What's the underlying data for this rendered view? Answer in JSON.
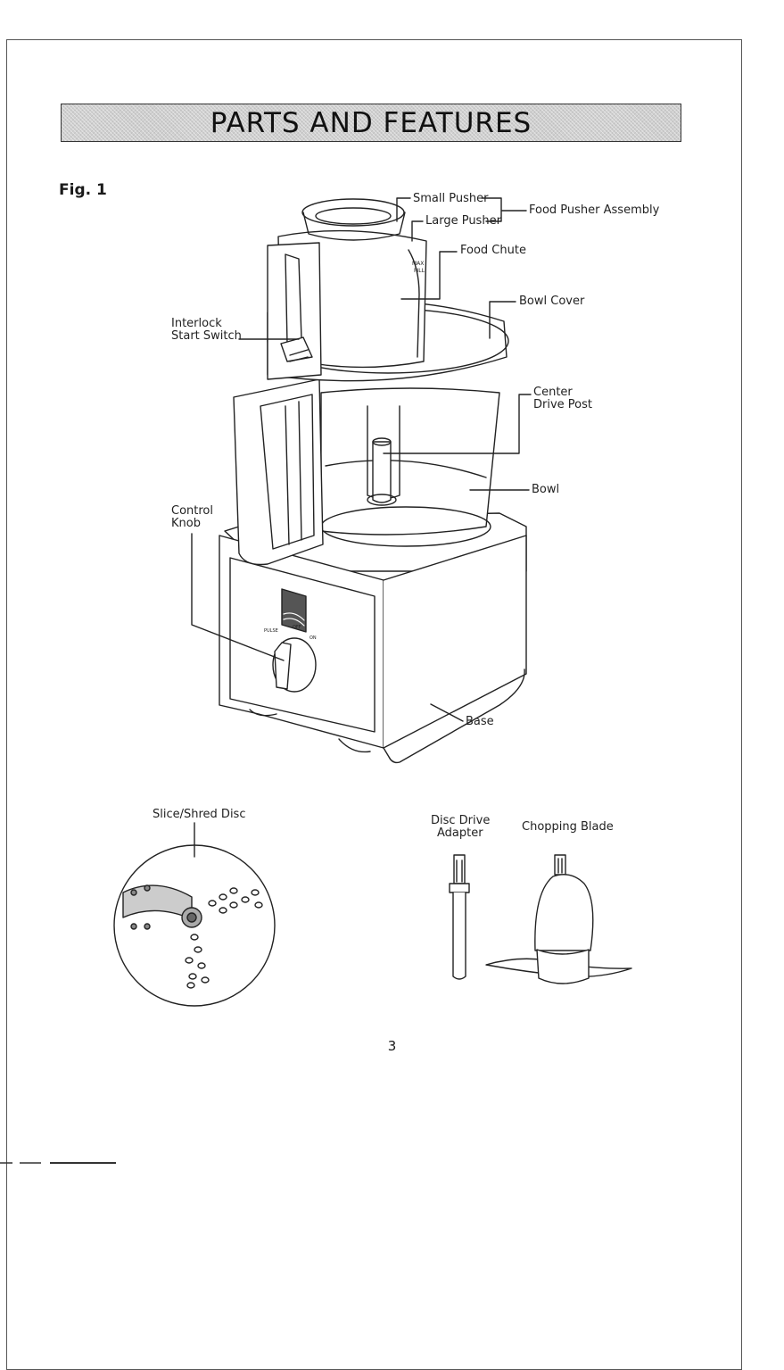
{
  "page": {
    "title": "PARTS AND FEATURES",
    "figure_label": "Fig. 1",
    "page_number": "3"
  },
  "labels": {
    "small_pusher": "Small Pusher",
    "large_pusher": "Large Pusher",
    "food_pusher_assembly": "Food Pusher Assembly",
    "food_chute": "Food Chute",
    "bowl_cover": "Bowl Cover",
    "interlock_start_switch_1": "Interlock",
    "interlock_start_switch_2": "Start Switch",
    "center_drive_post_1": "Center",
    "center_drive_post_2": "Drive Post",
    "bowl": "Bowl",
    "control_knob_1": "Control",
    "control_knob_2": "Knob",
    "base": "Base",
    "slice_shred_disc": "Slice/Shred Disc",
    "disc_drive_adapter_1": "Disc Drive",
    "disc_drive_adapter_2": "Adapter",
    "chopping_blade": "Chopping Blade"
  },
  "colors": {
    "line": "#222222",
    "banner_fill": "#cfcfcf"
  }
}
